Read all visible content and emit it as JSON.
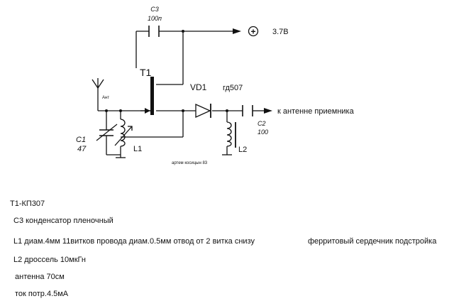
{
  "schematic": {
    "c3_name": "C3",
    "c3_value": "100п",
    "supply": "3.7В",
    "plus": "+",
    "t1": "T1",
    "vd1": "VD1",
    "vd1_type": "гд507",
    "ant": "Ант",
    "output": "к антенне приемника",
    "c2_name": "C2",
    "c2_value": "100",
    "c1_name": "C1",
    "c1_value": "47",
    "l1": "L1",
    "l2": "L2",
    "author": "артем косицын 83"
  },
  "notes": {
    "transistor": "T1-КП307",
    "c3": "C3 конденсатор пленочный",
    "l1": "L1 диам.4мм 11витков провода диам.0.5мм отвод от 2 витка снизу",
    "core": "ферритовый сердечник подстройка",
    "l2": "L2 дроссель 10мкГн",
    "antenna": "антенна 70см",
    "current": "ток потр.4.5мА"
  }
}
